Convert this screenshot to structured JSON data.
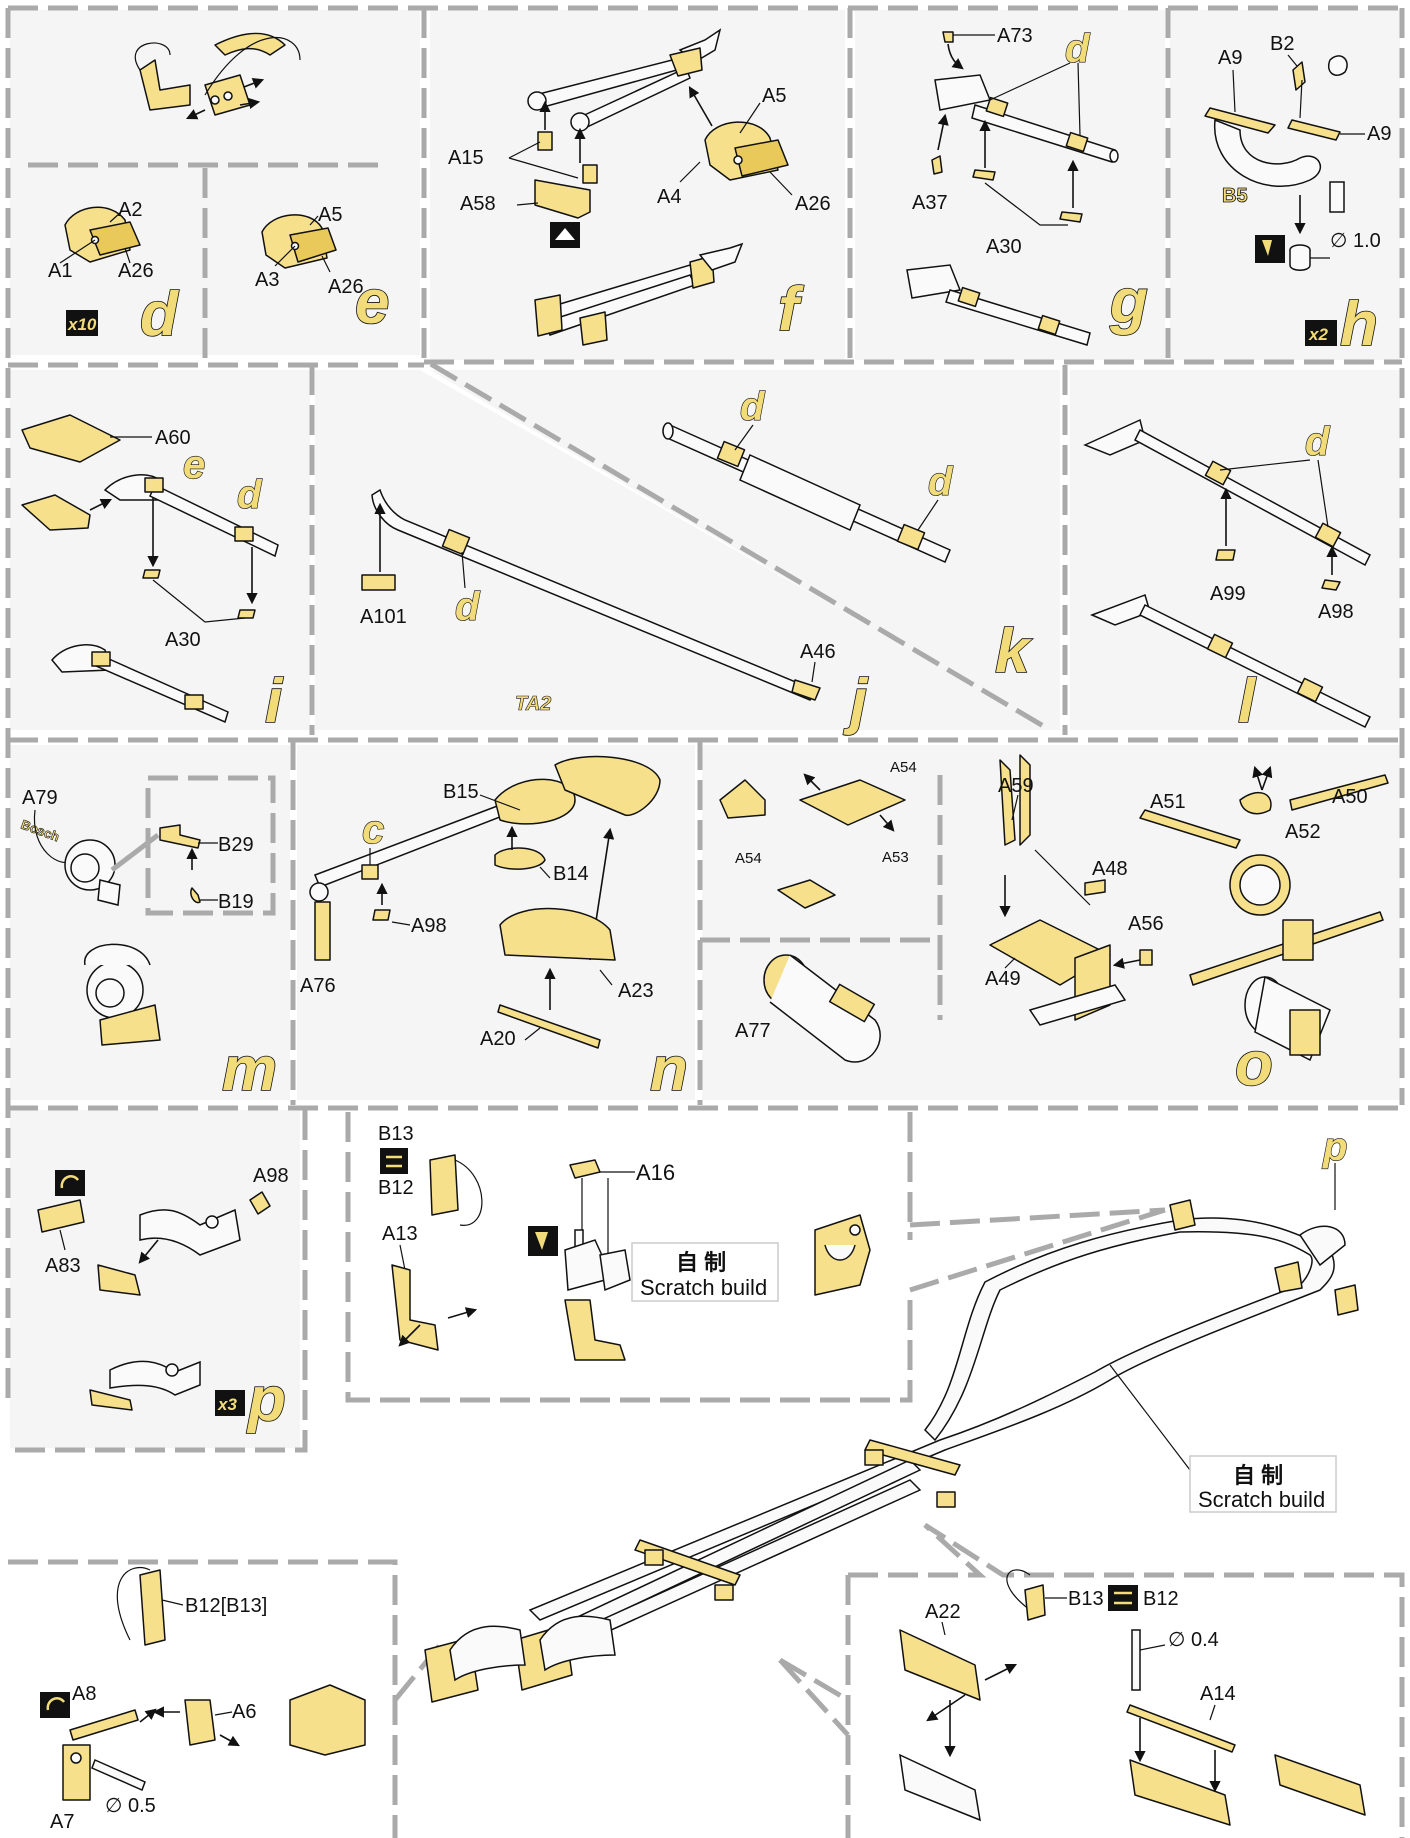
{
  "panel_letters": {
    "d": "d",
    "e": "e",
    "f": "f",
    "g": "g",
    "h": "h",
    "i": "i",
    "j": "j",
    "k": "k",
    "l": "l",
    "m": "m",
    "n": "n",
    "o": "o",
    "p": "p",
    "p2": "p"
  },
  "sub_letters": {
    "c": "c",
    "d": "d",
    "e": "e"
  },
  "labels": {
    "A1": "A1",
    "A2": "A2",
    "A3": "A3",
    "A4": "A4",
    "A5": "A5",
    "A6": "A6",
    "A7": "A7",
    "A8": "A8",
    "A9": "A9",
    "A13": "A13",
    "A14": "A14",
    "A15": "A15",
    "A16": "A16",
    "A20": "A20",
    "A22": "A22",
    "A23": "A23",
    "A26": "A26",
    "A30": "A30",
    "A37": "A37",
    "A46": "A46",
    "A48": "A48",
    "A49": "A49",
    "A50": "A50",
    "A51": "A51",
    "A52": "A52",
    "A53": "A53",
    "A54": "A54",
    "A56": "A56",
    "A58": "A58",
    "A59": "A59",
    "A60": "A60",
    "A73": "A73",
    "A76": "A76",
    "A77": "A77",
    "A79": "A79",
    "A83": "A83",
    "A98": "A98",
    "A99": "A99",
    "A101": "A101",
    "B2": "B2",
    "B5": "B5",
    "B12": "B12",
    "B13": "B13",
    "B12B13": "B12[B13]",
    "B14": "B14",
    "B15": "B15",
    "B19": "B19",
    "B29": "B29",
    "TA2": "TA2",
    "Bosch": "Bosch"
  },
  "badges": {
    "x10": "x10",
    "x2": "x2",
    "x3": "x3"
  },
  "dimensions": {
    "d10": "∅ 1.0",
    "d04": "∅ 0.4",
    "d05": "∅ 0.5"
  },
  "scratch_build": {
    "zh": "自   制",
    "en": "Scratch build"
  },
  "colors": {
    "part": "#f6e08c",
    "panel": "#f5f5f5",
    "dashed_border": "#aaaaaa",
    "letter_fill": "#f2dc7a"
  }
}
